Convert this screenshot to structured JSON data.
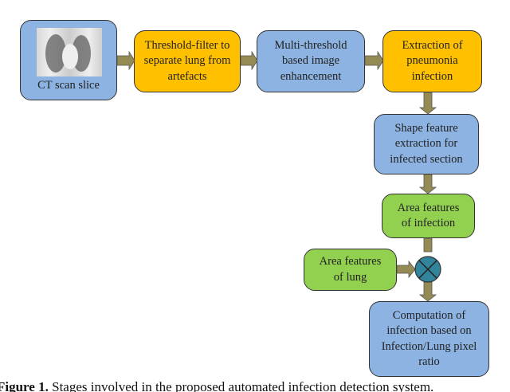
{
  "nodes": {
    "ct_scan": "CT scan slice",
    "threshold_filter": "Threshold-filter to separate lung from artefacts",
    "multi_threshold": "Multi-threshold based image enhancement",
    "extraction": "Extraction of pneumonia infection",
    "shape_feature": "Shape feature extraction for infected section",
    "area_infection": "Area features of infection",
    "area_lung": "Area features of lung",
    "computation": "Computation of infection based on Infection/Lung pixel ratio"
  },
  "combiner_symbol": "multiply",
  "colors": {
    "blue": "#8db3e2",
    "orange": "#ffc000",
    "green": "#92d050",
    "arrow": "#948a54",
    "combiner": "#31849b"
  },
  "caption": {
    "label": "Figure 1.",
    "text": " Stages involved in the proposed automated infection detection system."
  }
}
